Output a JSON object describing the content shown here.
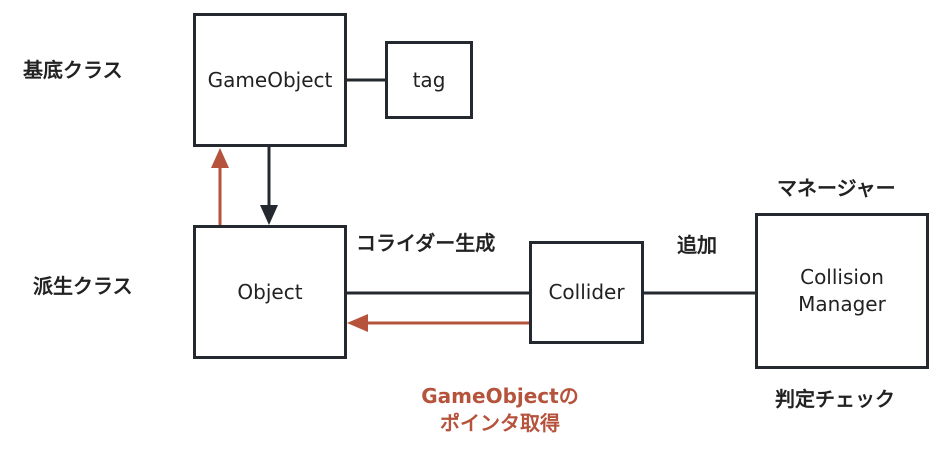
{
  "labels": {
    "base_class": "基底クラス",
    "derived_class": "派生クラス",
    "create_collider": "コライダー生成",
    "add": "追加",
    "manager": "マネージャー",
    "judge_check": "判定チェック",
    "pointer_line1": "GameObjectの",
    "pointer_line2": "ポインタ取得"
  },
  "boxes": {
    "gameobject": "GameObject",
    "tag": "tag",
    "object": "Object",
    "collider": "Collider",
    "manager_line1": "Collision",
    "manager_line2": "Manager"
  },
  "colors": {
    "line": "#24292f",
    "accent": "#b5533c"
  }
}
